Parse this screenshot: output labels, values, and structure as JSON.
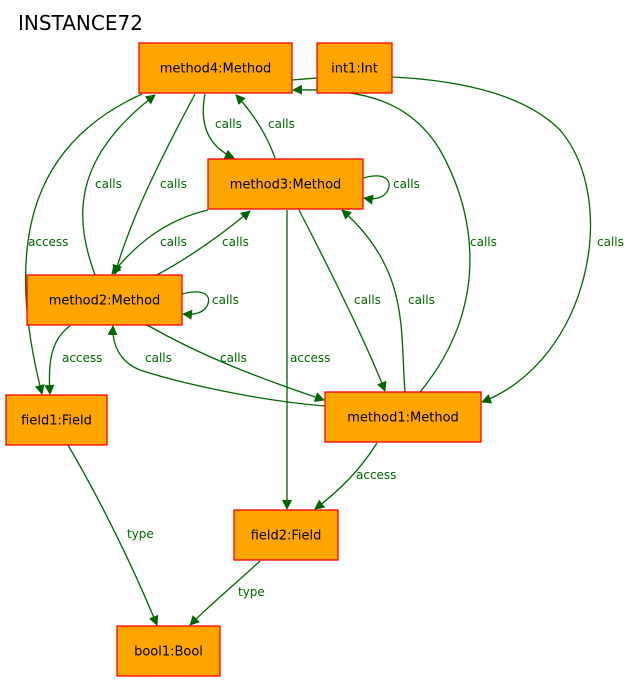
{
  "title": "INSTANCE72",
  "colors": {
    "node_fill": "#ffa500",
    "node_border": "#ff0000",
    "edge": "#006400",
    "edge_label": "#006400",
    "text": "#000000"
  },
  "nodes": [
    {
      "id": "method4",
      "label": "method4:Method"
    },
    {
      "id": "int1",
      "label": "int1:Int"
    },
    {
      "id": "method3",
      "label": "method3:Method"
    },
    {
      "id": "method2",
      "label": "method2:Method"
    },
    {
      "id": "field1",
      "label": "field1:Field"
    },
    {
      "id": "method1",
      "label": "method1:Method"
    },
    {
      "id": "field2",
      "label": "field2:Field"
    },
    {
      "id": "bool1",
      "label": "bool1:Bool"
    }
  ],
  "edges": [
    {
      "id": "m4-m3",
      "from": "method4",
      "to": "method3",
      "label": "calls"
    },
    {
      "id": "m3-m4",
      "from": "method3",
      "to": "method4",
      "label": "calls"
    },
    {
      "id": "m3-m3",
      "from": "method3",
      "to": "method3",
      "label": "calls"
    },
    {
      "id": "m2-m4",
      "from": "method2",
      "to": "method4",
      "label": "calls"
    },
    {
      "id": "m4-m2",
      "from": "method4",
      "to": "method2",
      "label": "calls"
    },
    {
      "id": "m4-f1",
      "from": "method4",
      "to": "field1",
      "label": "access"
    },
    {
      "id": "m3-m2",
      "from": "method3",
      "to": "method2",
      "label": "calls"
    },
    {
      "id": "m2-m3",
      "from": "method2",
      "to": "method3",
      "label": "calls"
    },
    {
      "id": "m2-m2",
      "from": "method2",
      "to": "method2",
      "label": "calls"
    },
    {
      "id": "m2-f1",
      "from": "method2",
      "to": "field1",
      "label": "access"
    },
    {
      "id": "m1-m4",
      "from": "method1",
      "to": "method4",
      "label": "calls"
    },
    {
      "id": "m4-m1",
      "from": "method4",
      "to": "method1",
      "label": "calls"
    },
    {
      "id": "m3-m1",
      "from": "method3",
      "to": "method1",
      "label": "calls"
    },
    {
      "id": "m1-m3",
      "from": "method1",
      "to": "method3",
      "label": "calls"
    },
    {
      "id": "m3-f2",
      "from": "method3",
      "to": "field2",
      "label": "access"
    },
    {
      "id": "m1-m2",
      "from": "method1",
      "to": "method2",
      "label": "calls"
    },
    {
      "id": "m2-m1",
      "from": "method2",
      "to": "method1",
      "label": "calls"
    },
    {
      "id": "m1-f2",
      "from": "method1",
      "to": "field2",
      "label": "access"
    },
    {
      "id": "f1-b1",
      "from": "field1",
      "to": "bool1",
      "label": "type"
    },
    {
      "id": "f2-b1",
      "from": "field2",
      "to": "bool1",
      "label": "type"
    }
  ]
}
